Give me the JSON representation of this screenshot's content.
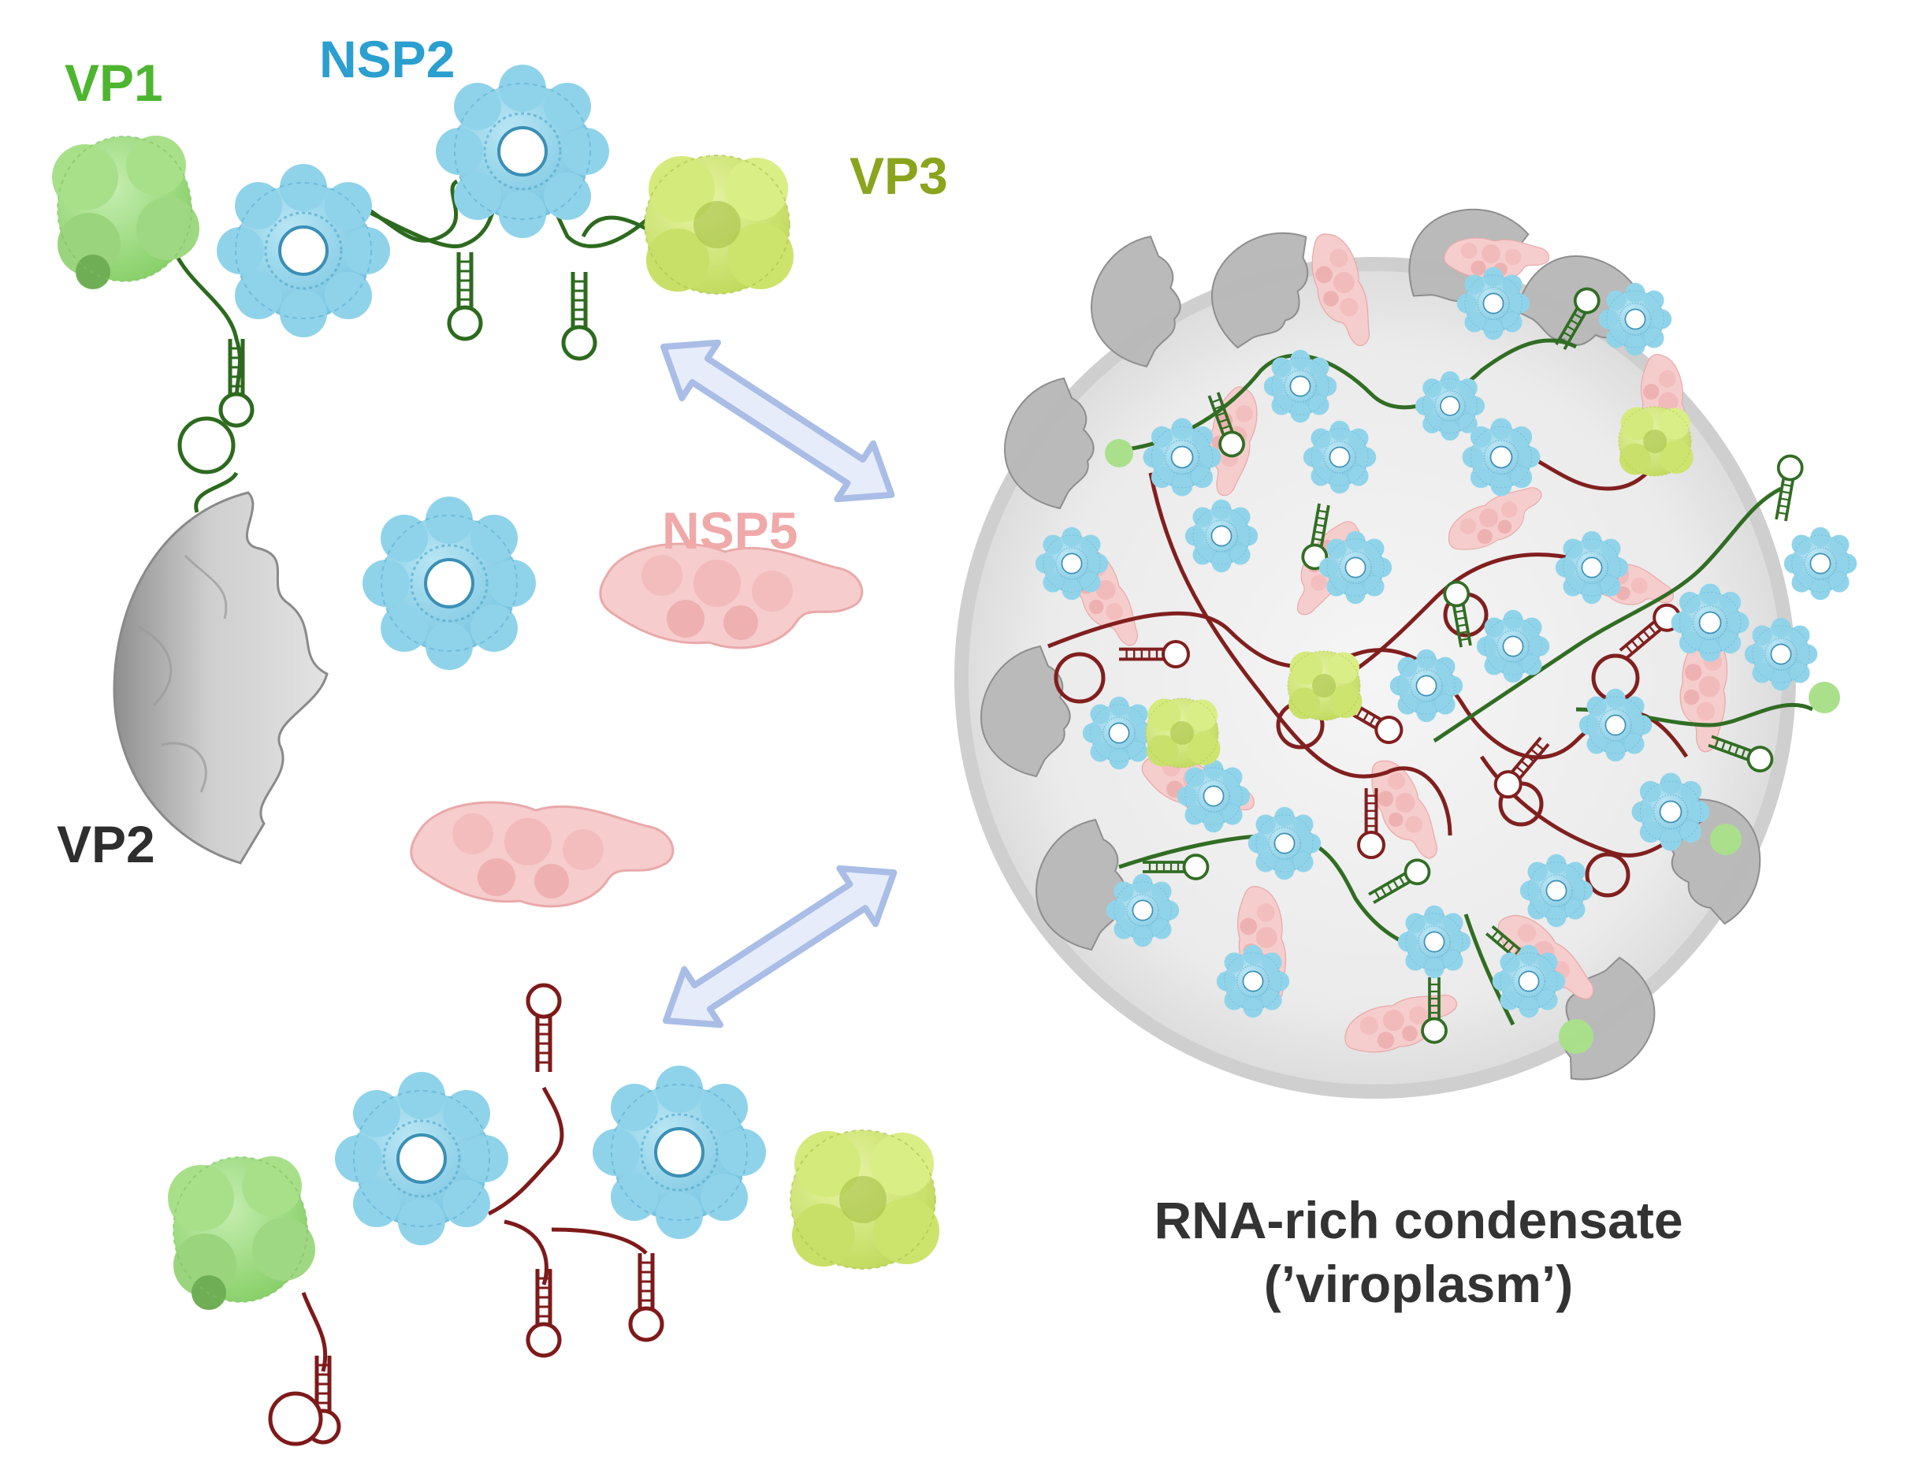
{
  "labels": {
    "vp1": "VP1",
    "nsp2": "NSP2",
    "vp3": "VP3",
    "nsp5": "NSP5",
    "vp2": "VP2"
  },
  "caption": {
    "line1": "RNA-rich condensate",
    "line2": "(’viroplasm’)"
  },
  "colors": {
    "vp1": "#4db52f",
    "vp1_fill": "#a8e08a",
    "nsp2": "#2b9fcf",
    "nsp2_fill": "#8fd3ea",
    "vp3": "#8aa51d",
    "vp3_fill": "#d4ea7a",
    "nsp5": "#f0a9a9",
    "nsp5_fill": "#f6cccc",
    "vp2": "#2e2e2e",
    "vp2_fill": "#c9c9c9",
    "rna_green": "#2d6a1f",
    "rna_red": "#7e1a1a",
    "arrow": "#a9bde6",
    "condensate_ring": "#cfcfcf",
    "condensate_fill": "#eeeeee",
    "caption": "#333333"
  },
  "icons": [
    "double-headed-arrow-icon",
    "double-headed-arrow-icon"
  ]
}
